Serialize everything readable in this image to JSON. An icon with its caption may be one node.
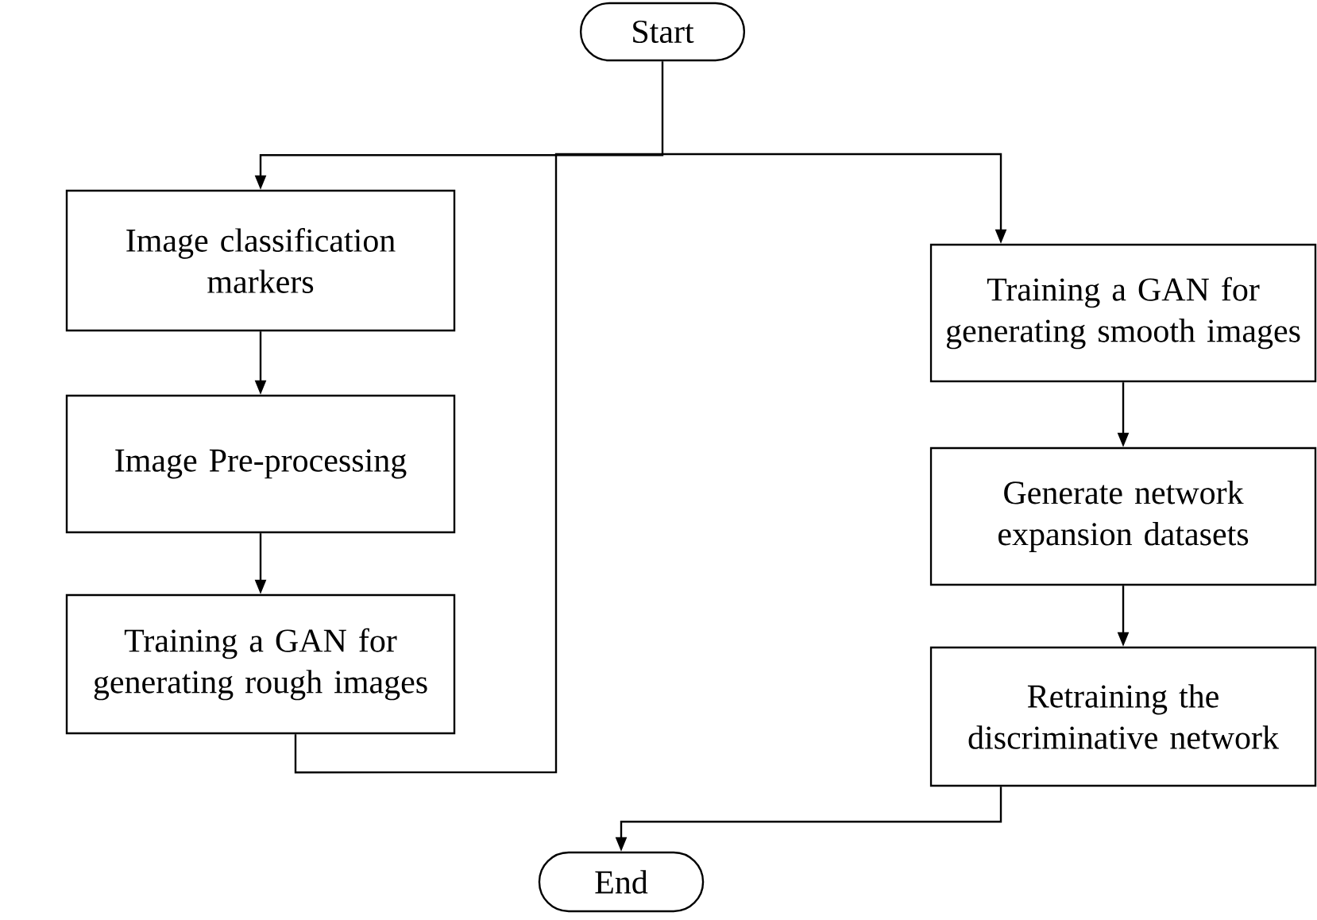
{
  "diagram": {
    "nodes": [
      {
        "text": [
          "Start"
        ]
      },
      {
        "text": [
          "Image classification markers"
        ]
      },
      {
        "text": [
          "Image Pre-processing"
        ]
      },
      {
        "text": [
          "Training a GAN for generating rough images"
        ]
      },
      {
        "text": [
          "Training a GAN for generating smooth images"
        ]
      },
      {
        "text": [
          "Generate network expansion datasets"
        ]
      },
      {
        "text": [
          "Retraining the discriminative network"
        ]
      },
      {
        "text": [
          "End"
        ]
      }
    ],
    "edges": [
      {
        "from": 0,
        "to": 1,
        "arrow": "to"
      },
      {
        "from": 1,
        "to": 2,
        "arrow": "to"
      },
      {
        "from": 2,
        "to": 3,
        "arrow": "to"
      },
      {
        "from": 3,
        "to": 4,
        "arrow": "to"
      },
      {
        "from": 4,
        "to": 5,
        "arrow": "to"
      },
      {
        "from": 5,
        "to": 6,
        "arrow": "to"
      },
      {
        "from": 6,
        "to": 7,
        "arrow": "to"
      }
    ]
  }
}
